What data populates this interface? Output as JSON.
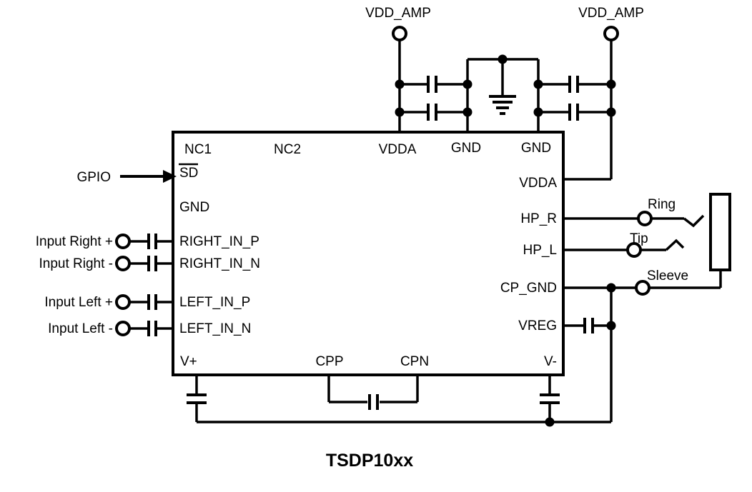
{
  "caption": "TSDP10xx",
  "power": {
    "vdd_amp_left": "VDD_AMP",
    "vdd_amp_right": "VDD_AMP"
  },
  "left": {
    "gpio": "GPIO",
    "input_right_p": "Input Right +",
    "input_right_n": "Input Right -",
    "input_left_p": "Input Left +",
    "input_left_n": "Input Left -"
  },
  "jack": {
    "ring": "Ring",
    "tip": "Tip",
    "sleeve": "Sleeve"
  },
  "ic": {
    "top": [
      "NC1",
      "NC2",
      "VDDA",
      "GND",
      "GND"
    ],
    "left": [
      "SD",
      "GND",
      "RIGHT_IN_P",
      "RIGHT_IN_N",
      "LEFT_IN_P",
      "LEFT_IN_N"
    ],
    "right": [
      "VDDA",
      "HP_R",
      "HP_L",
      "CP_GND",
      "VREG"
    ],
    "bottom": [
      "V+",
      "CPP",
      "CPN",
      "V-"
    ]
  },
  "colors": {
    "ink": "#000000",
    "background": "#ffffff"
  }
}
